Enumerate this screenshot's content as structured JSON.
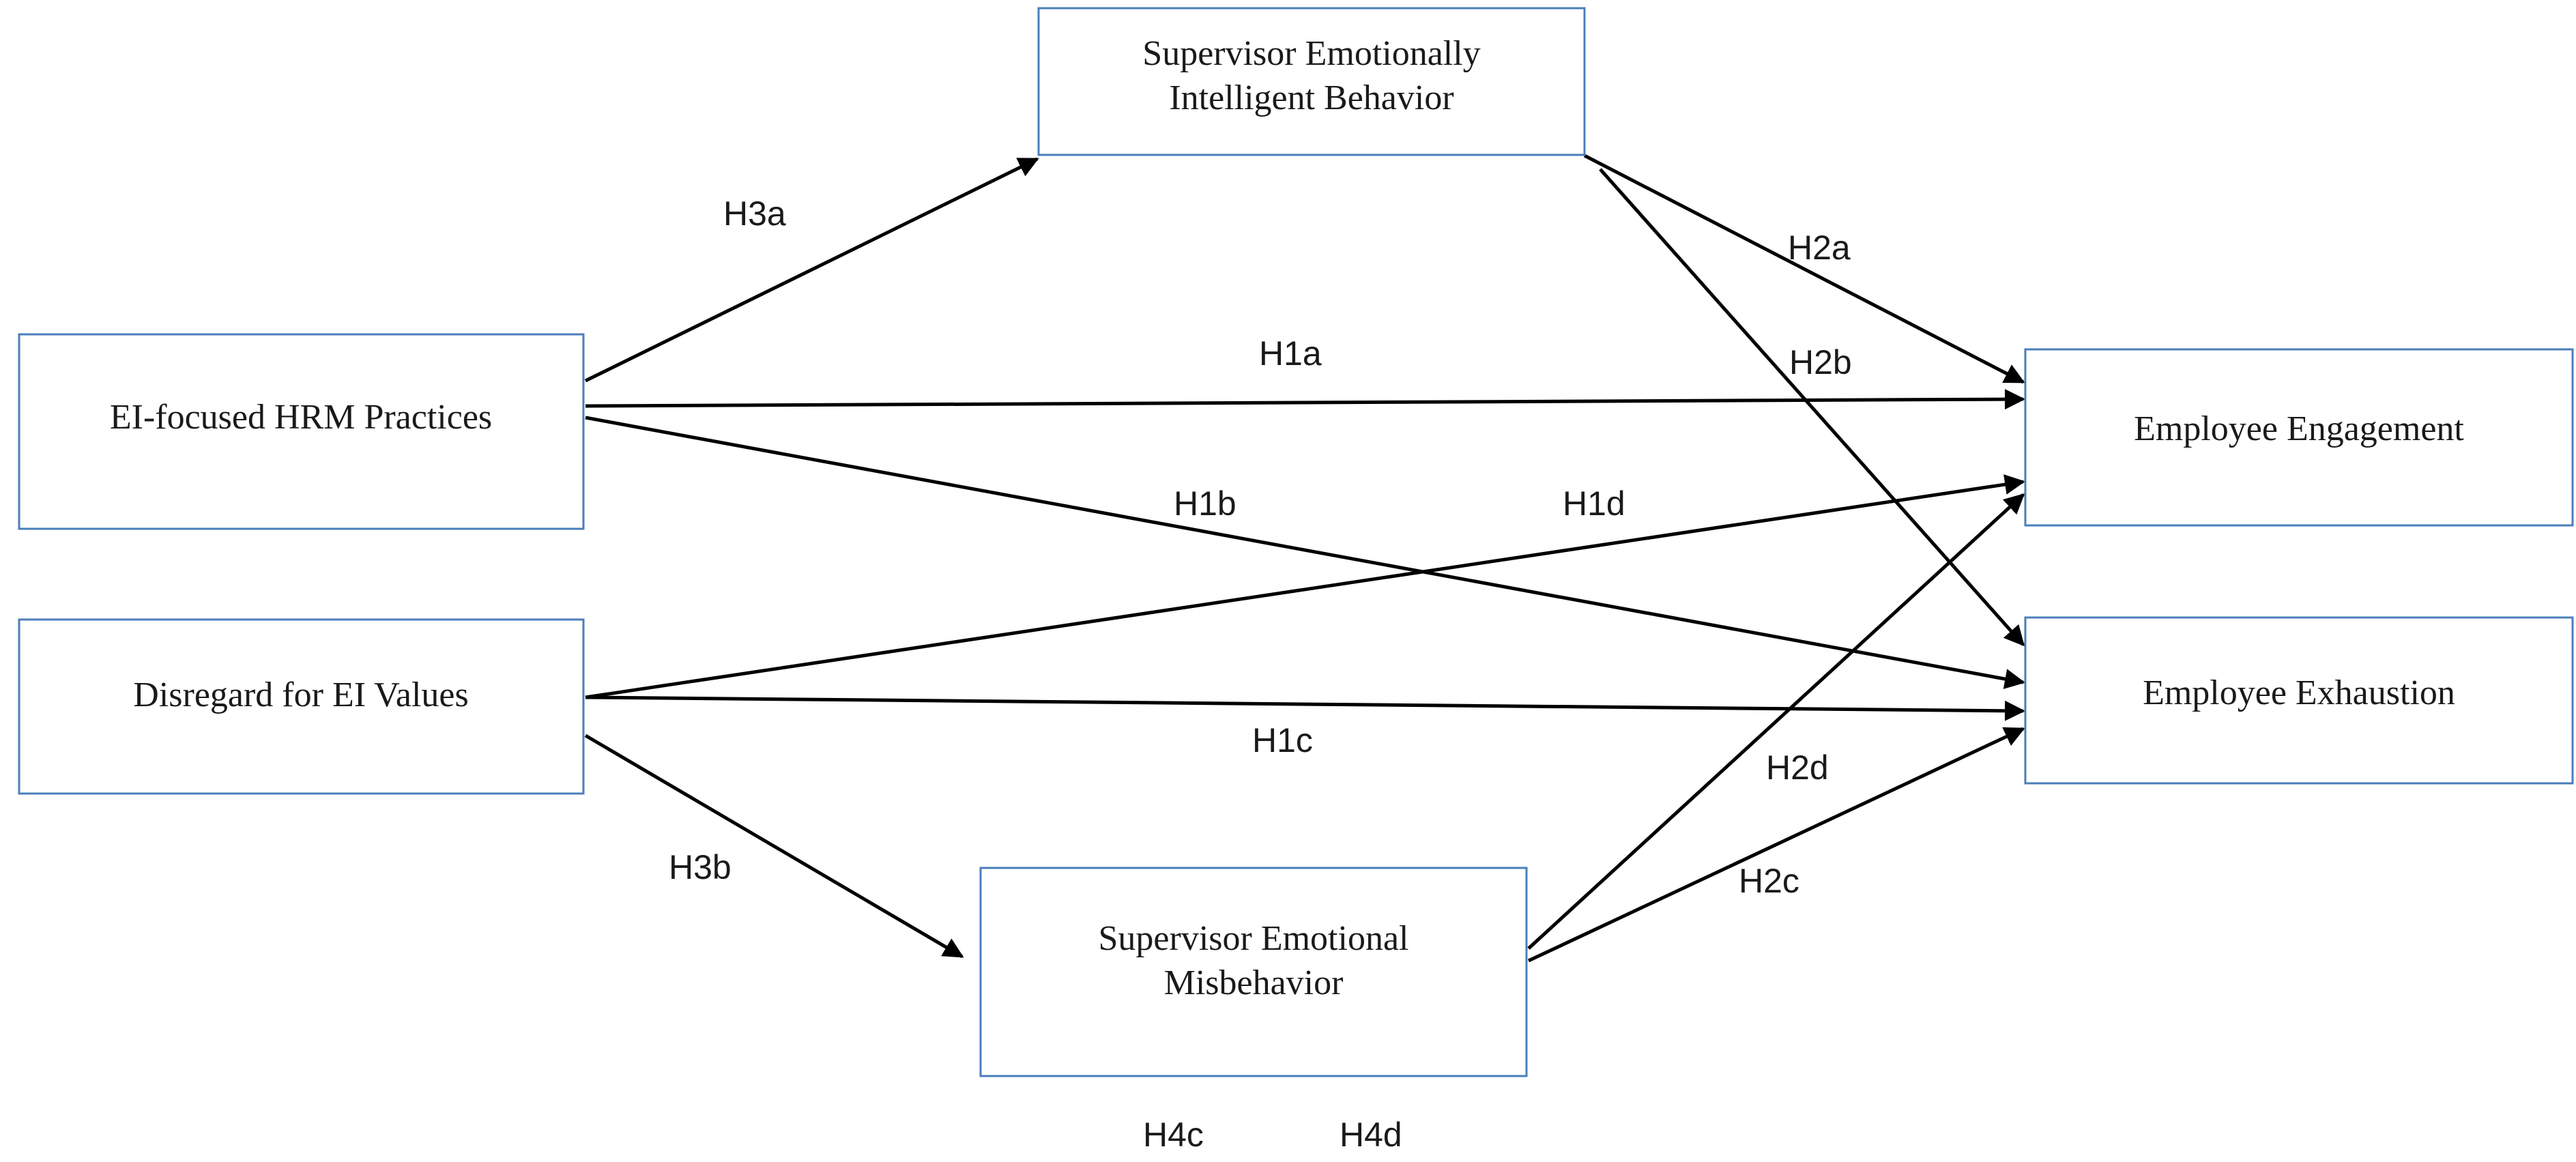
{
  "nodes": {
    "sup_ei_behavior": {
      "lines": [
        "Supervisor Emotionally",
        "Intelligent Behavior"
      ]
    },
    "ei_hrm": {
      "lines": [
        "EI-focused HRM Practices"
      ]
    },
    "disregard_ei": {
      "lines": [
        "Disregard for EI Values"
      ]
    },
    "sup_misbehavior": {
      "lines": [
        "Supervisor Emotional",
        "Misbehavior"
      ]
    },
    "engagement": {
      "lines": [
        "Employee Engagement"
      ]
    },
    "exhaustion": {
      "lines": [
        "Employee Exhaustion"
      ]
    }
  },
  "edges": [
    {
      "id": "h3a",
      "from": "ei_hrm",
      "to": "sup_ei_behavior",
      "label": "H3a"
    },
    {
      "id": "h1a",
      "from": "ei_hrm",
      "to": "engagement",
      "label": "H1a"
    },
    {
      "id": "h1b",
      "from": "ei_hrm",
      "to": "exhaustion",
      "label": "H1b"
    },
    {
      "id": "h1d",
      "from": "disregard_ei",
      "to": "engagement",
      "label": "H1d"
    },
    {
      "id": "h1c",
      "from": "disregard_ei",
      "to": "exhaustion",
      "label": "H1c"
    },
    {
      "id": "h3b",
      "from": "disregard_ei",
      "to": "sup_misbehavior",
      "label": "H3b"
    },
    {
      "id": "h2a",
      "from": "sup_ei_behavior",
      "to": "engagement",
      "label": "H2a"
    },
    {
      "id": "h2b",
      "from": "sup_ei_behavior",
      "to": "exhaustion",
      "label": "H2b"
    },
    {
      "id": "h2d",
      "from": "sup_misbehavior",
      "to": "engagement",
      "label": "H2d"
    },
    {
      "id": "h2c",
      "from": "sup_misbehavior",
      "to": "exhaustion",
      "label": "H2c"
    }
  ],
  "free_labels": {
    "h4c": "H4c",
    "h4d": "H4d"
  }
}
